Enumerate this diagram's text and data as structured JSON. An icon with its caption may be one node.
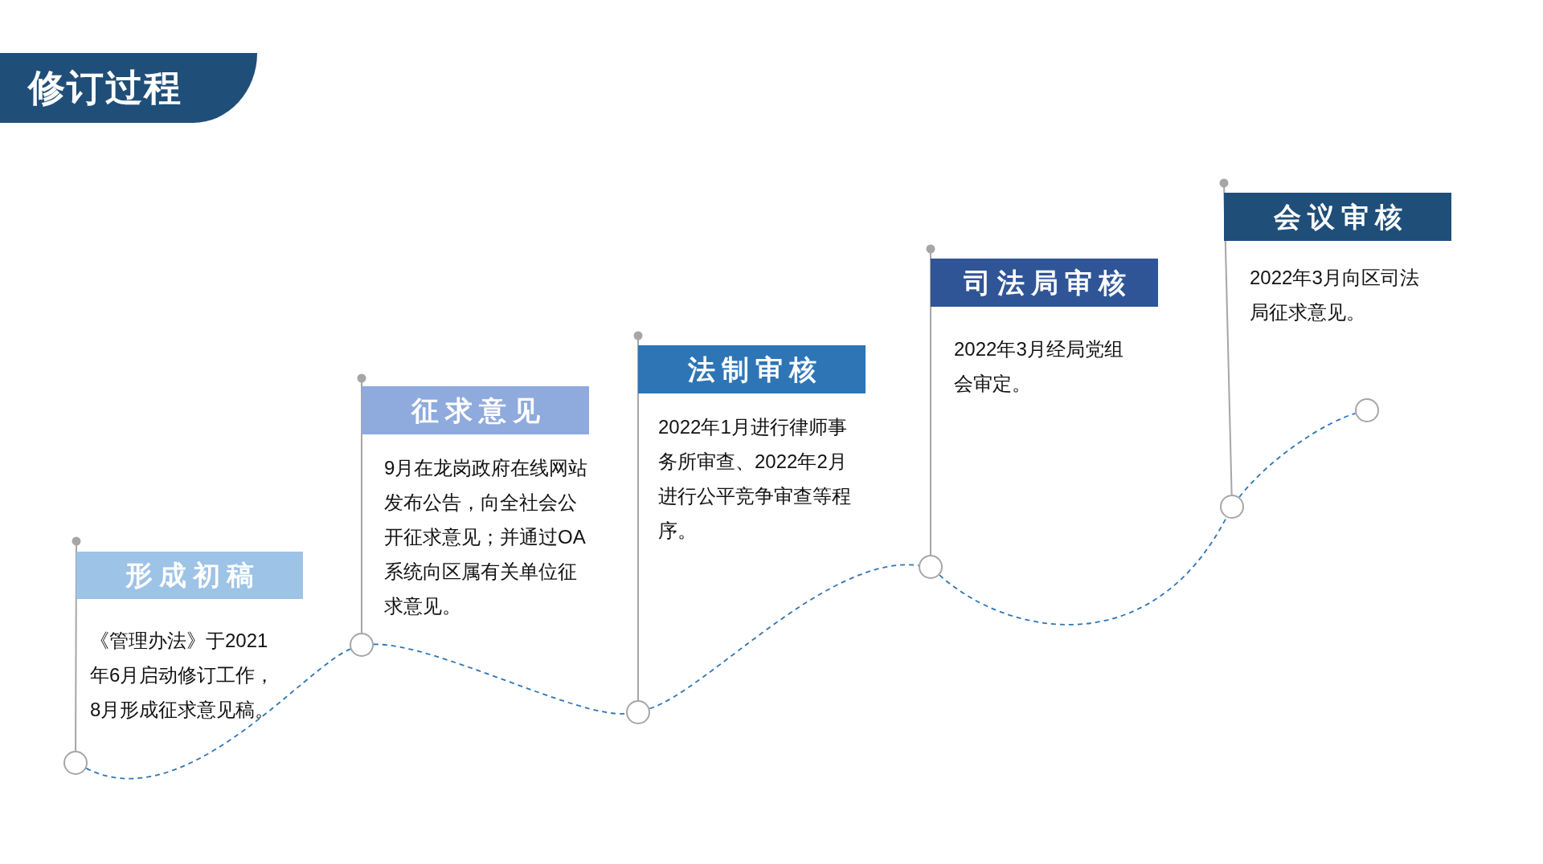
{
  "diagram": {
    "title": "修订过程",
    "nodes": [
      {
        "text": [
          "形成初稿",
          "《管理办法》于2021年6月启动修订工作，8月形成征求意见稿。"
        ]
      },
      {
        "text": [
          "征求意见",
          "9月在龙岗政府在线网站发布公告，向全社会公开征求意见；并通过OA系统向区属有关单位征求意见。"
        ]
      },
      {
        "text": [
          "法制审核",
          "2022年1月进行律师事务所审查、2022年2月进行公平竞争审查等程序。"
        ]
      },
      {
        "text": [
          "司法局审核",
          "2022年3月经局党组会审定。"
        ]
      },
      {
        "text": [
          "会议审核",
          "2022年3月向区司法局征求意见。"
        ]
      },
      {
        "text": [],
        "shape": "circle"
      },
      {
        "text": [],
        "shape": "circle"
      },
      {
        "text": [],
        "shape": "circle"
      },
      {
        "text": [],
        "shape": "circle"
      },
      {
        "text": [],
        "shape": "circle"
      },
      {
        "text": [],
        "shape": "circle"
      }
    ],
    "edges": [
      {
        "from": 5,
        "to": 6,
        "arrow": "none",
        "style": "dashed",
        "color": "#2e75b6"
      },
      {
        "from": 6,
        "to": 7,
        "arrow": "none",
        "style": "dashed",
        "color": "#2e75b6"
      },
      {
        "from": 7,
        "to": 8,
        "arrow": "none",
        "style": "dashed",
        "color": "#2e75b6"
      },
      {
        "from": 8,
        "to": 9,
        "arrow": "none",
        "style": "dashed",
        "color": "#2e75b6"
      },
      {
        "from": 9,
        "to": 10,
        "arrow": "none",
        "style": "dashed",
        "color": "#2e75b6"
      },
      {
        "from": 5,
        "to": 0,
        "arrow": "other",
        "color": "#a6a6a6"
      },
      {
        "from": 6,
        "to": 1,
        "arrow": "other",
        "color": "#a6a6a6"
      },
      {
        "from": 7,
        "to": 2,
        "arrow": "other",
        "color": "#a6a6a6"
      },
      {
        "from": 8,
        "to": 3,
        "arrow": "other",
        "color": "#a6a6a6"
      },
      {
        "from": 9,
        "to": 4,
        "arrow": "other",
        "color": "#a6a6a6"
      }
    ]
  }
}
